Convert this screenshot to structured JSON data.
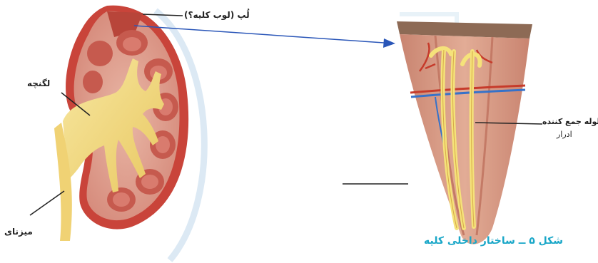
{
  "labels": {
    "cortex_lobe": "لُپ (لوب كليه؟)",
    "pelvis": "لگنچه",
    "ureter": "ميزنای",
    "collecting_duct": "لوله جمع کننده",
    "collecting_duct_2": "ادرار"
  },
  "caption": "شکل ۵ ــ ساختار داخلی کلیه",
  "colors": {
    "kidney_outer": "#c9443a",
    "kidney_cortex": "#e8b09e",
    "pyramid": "#c65a4e",
    "pelvis_yellow": "#f3dc7f",
    "arrow_blue": "#2a56b8",
    "caption_cyan": "#1aa7c8",
    "vessel_red": "#c63b2b",
    "vessel_blue": "#3672c9",
    "section_tan": "#d79a82"
  },
  "icons": [
    "arrow-right-icon"
  ]
}
